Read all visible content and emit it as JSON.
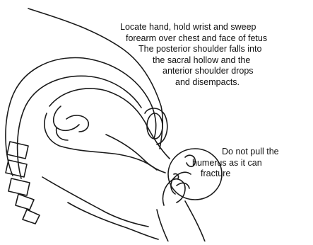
{
  "annotations": {
    "maneuver": {
      "lines": [
        "Locate hand, hold wrist and sweep",
        "forearm over chest and face of fetus",
        "The posterior shoulder falls into",
        "the sacral hollow and the",
        "anterior shoulder drops",
        "and disempacts."
      ]
    },
    "warning": {
      "lines": [
        "Do not pull the",
        "humerus as it can",
        "fracture"
      ]
    }
  }
}
